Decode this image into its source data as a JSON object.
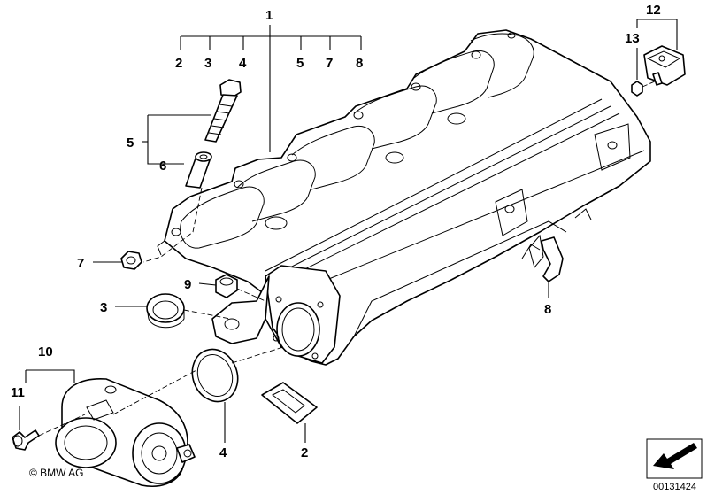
{
  "callouts": {
    "c1": "1",
    "c2a": "2",
    "c3a": "3",
    "c4a": "4",
    "c5a": "5",
    "c7a": "7",
    "c8a": "8",
    "c5b": "5",
    "c6": "6",
    "c7b": "7",
    "c9": "9",
    "c3b": "3",
    "c8b": "8",
    "c10": "10",
    "c11": "11",
    "c4b": "4",
    "c2b": "2",
    "c12": "12",
    "c13": "13"
  },
  "copyright": "© BMW AG",
  "document_number": "00131424",
  "parts": [
    {
      "name": "intake-manifold"
    },
    {
      "name": "hex-bolt"
    },
    {
      "name": "spacer-sleeve"
    },
    {
      "name": "nut"
    },
    {
      "name": "sealing-ring"
    },
    {
      "name": "grommet"
    },
    {
      "name": "clip"
    },
    {
      "name": "o-ring-gasket"
    },
    {
      "name": "profile-gasket"
    },
    {
      "name": "throttle-housing"
    },
    {
      "name": "screw"
    },
    {
      "name": "pressure-sensor"
    },
    {
      "name": "sensor-screw"
    }
  ]
}
